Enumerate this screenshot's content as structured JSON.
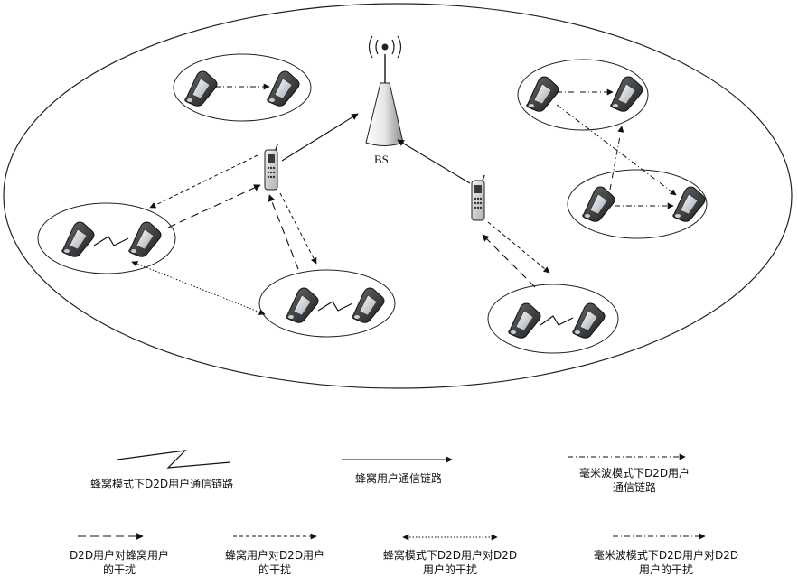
{
  "base_station": {
    "label": "BS"
  },
  "legend": [
    {
      "id": "cellular-mode-d2d-link",
      "lines": [
        "蜂窝模式下D2D用户通信链路"
      ]
    },
    {
      "id": "cellular-user-link",
      "lines": [
        "蜂窝用户通信链路"
      ]
    },
    {
      "id": "mmwave-d2d-link",
      "lines": [
        "毫米波模式下D2D用户",
        "通信链路"
      ]
    },
    {
      "id": "d2d-to-cellular-interference",
      "lines": [
        "D2D用户对蜂窝用户",
        "的干扰"
      ]
    },
    {
      "id": "cellular-to-d2d-interference",
      "lines": [
        "蜂窝用户对D2D用户",
        "的干扰"
      ]
    },
    {
      "id": "cellular-d2d-mutual-interference",
      "lines": [
        "蜂窝模式下D2D用户对D2D",
        "用户的干扰"
      ]
    },
    {
      "id": "mmwave-d2d-mutual-interference",
      "lines": [
        "毫米波模式下D2D用户对D2D",
        "用户的干扰"
      ]
    }
  ]
}
